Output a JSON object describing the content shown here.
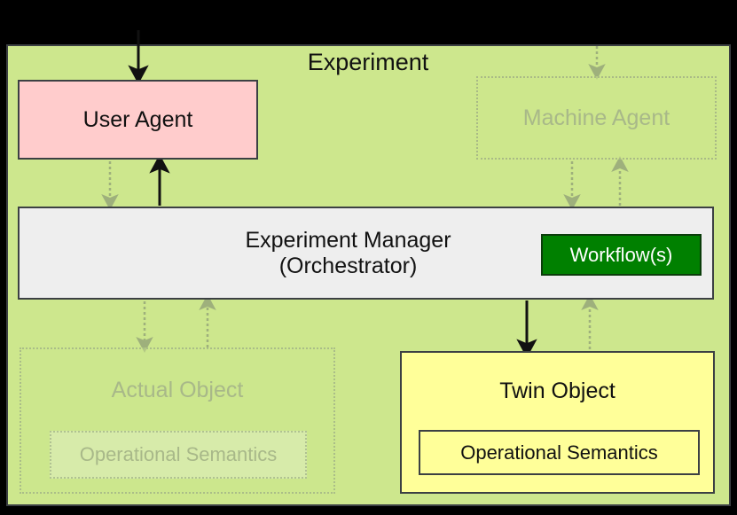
{
  "diagram": {
    "title": "Experiment",
    "panel_color": "#cde78d",
    "border_color": "#3c4043"
  },
  "nodes": {
    "user_agent": {
      "label": "User Agent",
      "fill": "#ffcccc",
      "state": "active"
    },
    "machine_agent": {
      "label": "Machine Agent",
      "fill": "#cde78d",
      "state": "ghosted"
    },
    "manager": {
      "label": "Experiment Manager\n(Orchestrator)",
      "line1": "Experiment Manager",
      "line2": "(Orchestrator)",
      "fill": "#eeeeee",
      "state": "active"
    },
    "workflow_badge": {
      "label": "Workflow(s)",
      "fill": "#008000",
      "text_color": "#ffffff"
    },
    "actual_object": {
      "label": "Actual Object",
      "fill": "#cde78d",
      "state": "ghosted",
      "semantics": {
        "label": "Operational Semantics"
      }
    },
    "twin_object": {
      "label": "Twin Object",
      "fill": "#ffff99",
      "state": "active",
      "semantics": {
        "label": "Operational Semantics"
      }
    }
  },
  "arrows": [
    {
      "name": "external-to-user-agent",
      "style": "solid",
      "direction": "down",
      "color": "#111111"
    },
    {
      "name": "external-to-machine-agent",
      "style": "dotted",
      "direction": "down",
      "color": "#a8b889"
    },
    {
      "name": "user-agent-to-manager",
      "style": "dotted",
      "direction": "down",
      "color": "#a8b889"
    },
    {
      "name": "manager-to-user-agent",
      "style": "solid",
      "direction": "up",
      "color": "#111111"
    },
    {
      "name": "machine-agent-to-manager",
      "style": "dotted",
      "direction": "down",
      "color": "#a8b889"
    },
    {
      "name": "manager-to-machine-agent",
      "style": "dotted",
      "direction": "up",
      "color": "#a8b889"
    },
    {
      "name": "manager-to-actual-object",
      "style": "dotted",
      "direction": "down",
      "color": "#a8b889"
    },
    {
      "name": "actual-object-to-manager",
      "style": "dotted",
      "direction": "up",
      "color": "#a8b889"
    },
    {
      "name": "manager-to-twin-object",
      "style": "solid",
      "direction": "down",
      "color": "#111111"
    },
    {
      "name": "twin-object-to-manager",
      "style": "dotted",
      "direction": "up",
      "color": "#a8b889"
    }
  ]
}
